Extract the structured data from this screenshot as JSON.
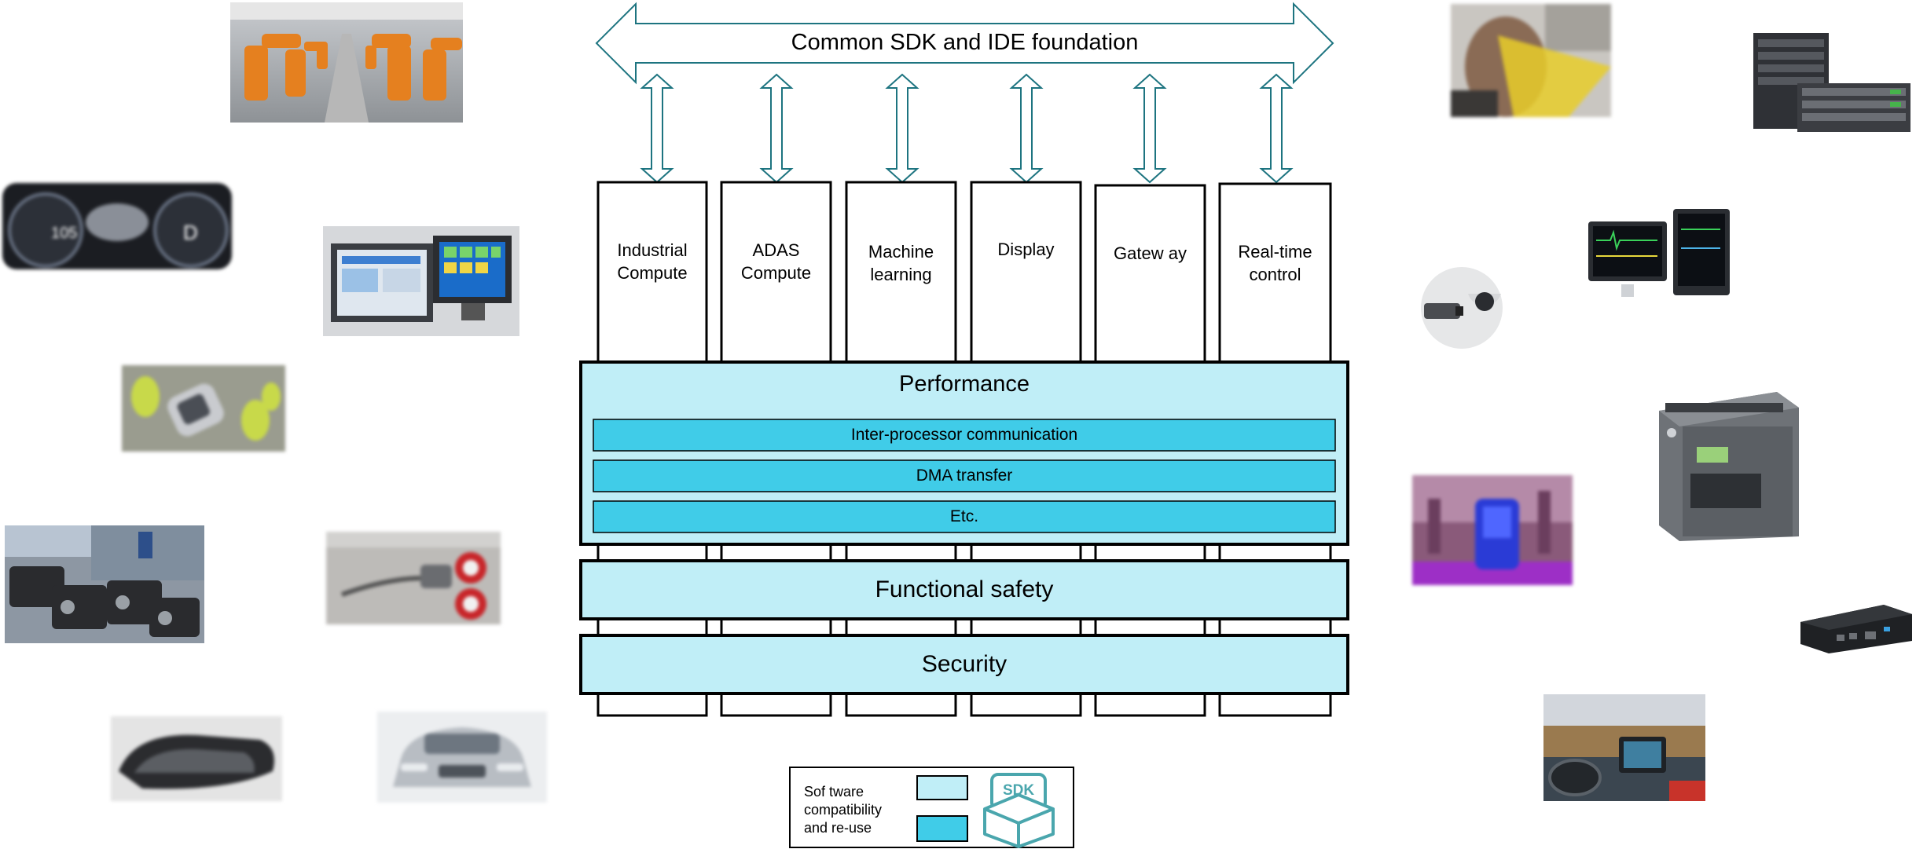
{
  "diagram": {
    "sdk_banner": "Common SDK and IDE foundation",
    "columns": [
      {
        "line1": "Industrial",
        "line2": "Compute"
      },
      {
        "line1": "ADAS",
        "line2": "Compute"
      },
      {
        "line1": "Machine",
        "line2": "learning"
      },
      {
        "line1": "Display",
        "line2": ""
      },
      {
        "line1": "Gatew ay",
        "line2": ""
      },
      {
        "line1": "Real-time",
        "line2": "control"
      }
    ],
    "performance": {
      "title": "Performance",
      "items": [
        "Inter-processor communication",
        "DMA transfer",
        "Etc."
      ]
    },
    "functional_safety": "Functional safety",
    "security": "Security"
  },
  "legend": {
    "line1": "Sof tware",
    "line2": "compatibility",
    "line3": "and re-use",
    "sdk_icon_text": "SDK"
  },
  "colors": {
    "light_fill": "#c0eef7",
    "dark_fill": "#40cce8",
    "arrow_stroke": "#1d7480",
    "sdk_icon": "#4aa6ad"
  }
}
